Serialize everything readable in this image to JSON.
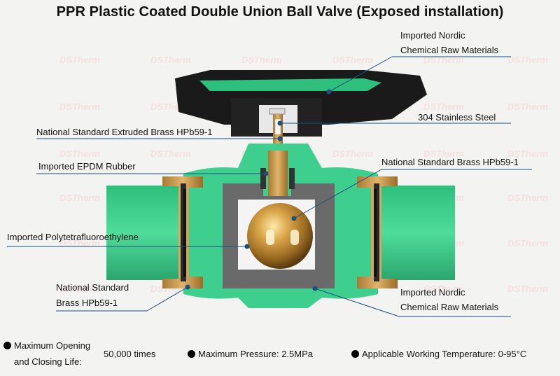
{
  "title": "PPR Plastic Coated Double Union Ball Valve (Exposed installation)",
  "watermark": "DSTherm",
  "labels": {
    "nordic_top_1": "Imported Nordic",
    "nordic_top_2": "Chemical Raw Materials",
    "stainless": "304 Stainless Steel",
    "extruded_brass": "National Standard Extruded Brass HPb59-1",
    "epdm": "Imported EPDM Rubber",
    "brass_ball": "National Standard Brass HPb59-1",
    "ptfe": "Imported Polytetrafluoroethylene",
    "brass_union_1": "National Standard",
    "brass_union_2": "Brass HPb59-1",
    "nordic_bottom_1": "Imported Nordic",
    "nordic_bottom_2": "Chemical Raw Materials"
  },
  "specs": {
    "opening_label_1": "Maximum Opening",
    "opening_label_2": "and Closing Life:",
    "opening_value": "50,000 times",
    "pressure": "Maximum Pressure: 2.5MPa",
    "temperature": "Applicable Working Temperature: 0-95°C"
  },
  "colors": {
    "ppr_green": "#3ecf8e",
    "ppr_dark": "#2aa66e",
    "handle": "#1a1a1a",
    "brass": "#c89a52",
    "ptfe_white": "#f4f4f4",
    "body_gray": "#6a6a6a",
    "leader": "#1f4f7a"
  }
}
